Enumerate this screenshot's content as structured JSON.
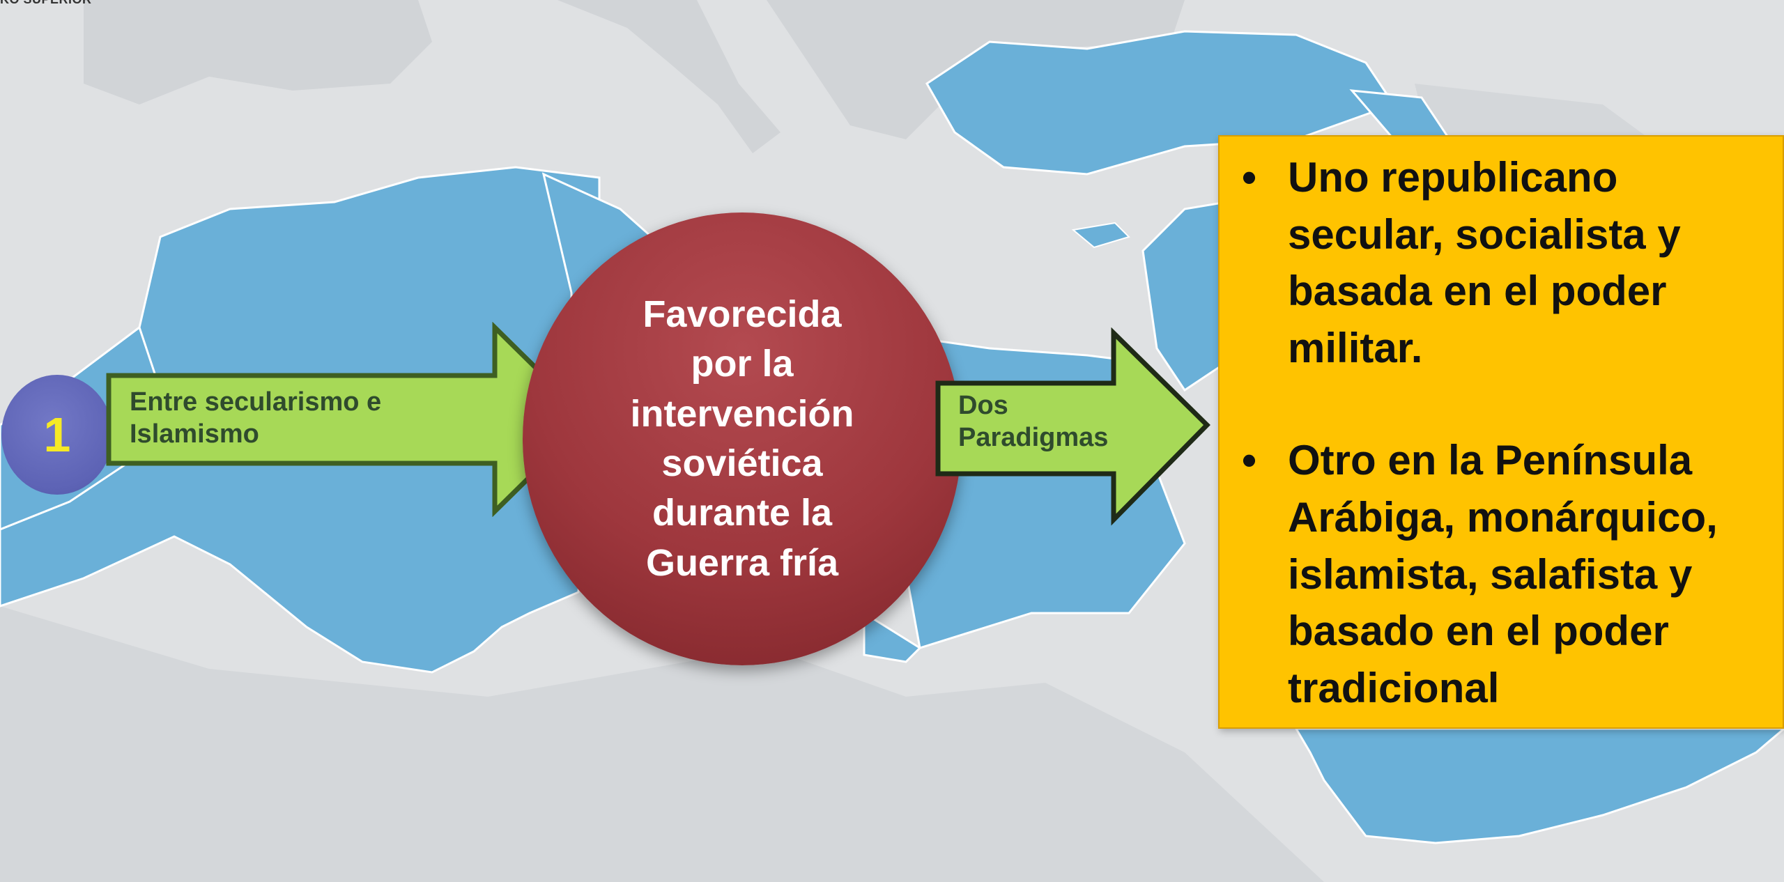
{
  "corner_label": "KO SUPERIOR",
  "badge": {
    "number": "1"
  },
  "arrow1": {
    "label": "Entre secularismo e Islamismo"
  },
  "circle": {
    "text": "Favorecida\npor la\nintervención\nsoviética\ndurante la\nGuerra fría"
  },
  "arrow2": {
    "label": "Dos Paradigmas"
  },
  "panel": {
    "items": [
      {
        "bullet": "•",
        "text": "Uno republicano secular, socialista y basada en el poder militar."
      },
      {
        "bullet": "•",
        "text": "Otro en la Península Arábiga, monárquico, islamista, salafista y basado en el poder tradicional"
      }
    ]
  },
  "colors": {
    "background": "#dfe1e3",
    "land_highlight": "#6ab0d8",
    "arrow_fill": "#a7d957",
    "arrow_border": "#3e5f22",
    "circle": "#9e373d",
    "panel": "#ffc300",
    "badge": "#5d63b5",
    "badge_number": "#f6ea25"
  }
}
